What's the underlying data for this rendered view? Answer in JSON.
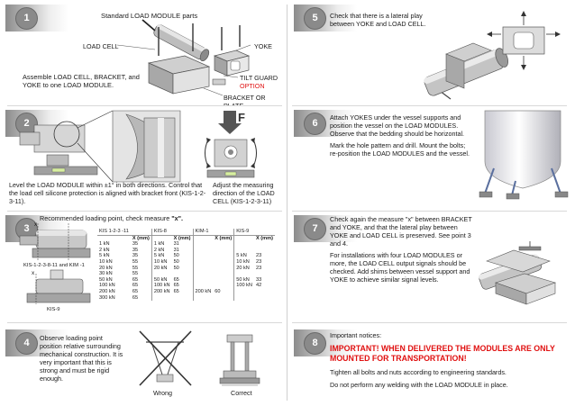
{
  "steps": [
    {
      "number": "1",
      "title": "Standard LOAD MODULE parts",
      "labels": {
        "load_cell": "LOAD CELL",
        "yoke": "YOKE",
        "tilt_guard": "TILT GUARD",
        "option": "OPTION",
        "bracket": "BRACKET OR PLATE"
      },
      "text": "Assemble LOAD CELL, BRACKET, and YOKE to one LOAD MODULE."
    },
    {
      "number": "2",
      "text_left": "Level the LOAD MODULE within ±1° in both directions. Control that the load cell silicone protection is aligned with bracket front (KIS-1-2-3-11).",
      "force_label": "F",
      "text_right": "Adjust the measuring direction of the LOAD CELL (KIS-1-2-3-11)"
    },
    {
      "number": "3",
      "title_prefix": "Recommended loading point, check measure ",
      "title_x": "\"x\".",
      "label_kis1": "KIS-1-2-3-8-11 and KIM -1",
      "label_kis9": "KIS-9",
      "label_x1": "x",
      "label_x2": "x",
      "col_unit": "X (mm)",
      "tables": [
        {
          "name": "KIS 1-2-3 -11",
          "rows": [
            [
              "1 kN",
              "35"
            ],
            [
              "2 kN",
              "35"
            ],
            [
              "5 kN",
              "35"
            ],
            [
              "10 kN",
              "55"
            ],
            [
              "20 kN",
              "55"
            ],
            [
              "30 kN",
              "55"
            ],
            [
              "50 kN",
              "65"
            ],
            [
              "100 kN",
              "65"
            ],
            [
              "200 kN",
              "65"
            ],
            [
              "300 kN",
              "65"
            ]
          ]
        },
        {
          "name": "KIS-8",
          "rows": [
            [
              "1 kN",
              "31"
            ],
            [
              "2 kN",
              "31"
            ],
            [
              "5 kN",
              "50"
            ],
            [
              "10 kN",
              "50"
            ],
            [
              "20 kN",
              "50"
            ],
            [
              "",
              ""
            ],
            [
              "50 kN",
              "65"
            ],
            [
              "100 kN",
              "65"
            ],
            [
              "200 kN",
              "65"
            ],
            [
              "",
              ""
            ]
          ]
        },
        {
          "name": "KIM-1",
          "rows": [
            [
              "",
              ""
            ],
            [
              "",
              ""
            ],
            [
              "",
              ""
            ],
            [
              "",
              ""
            ],
            [
              "",
              ""
            ],
            [
              "",
              ""
            ],
            [
              "",
              ""
            ],
            [
              "",
              ""
            ],
            [
              "200 kN",
              "60"
            ],
            [
              "",
              ""
            ]
          ]
        },
        {
          "name": "KIS-9",
          "rows": [
            [
              "",
              ""
            ],
            [
              "",
              ""
            ],
            [
              "5 kN",
              "23"
            ],
            [
              "10 kN",
              "23"
            ],
            [
              "20 kN",
              "23"
            ],
            [
              "",
              ""
            ],
            [
              "50 kN",
              "33"
            ],
            [
              "100 kN",
              "42"
            ],
            [
              "",
              ""
            ],
            [
              "",
              ""
            ]
          ]
        }
      ]
    },
    {
      "number": "4",
      "text": "Observe loading point position relative surrounding mechanical construction. It is very important that this is strong and must be rigid enough.",
      "wrong": "Wrong",
      "correct": "Correct"
    },
    {
      "number": "5",
      "text": "Check that there is a lateral play between YOKE and LOAD CELL."
    },
    {
      "number": "6",
      "para1": "Attach YOKES under the vessel supports and position the vessel on the LOAD MODULES. Observe that the bedding should be horizontal.",
      "para2": "Mark the hole pattern and drill. Mount the bolts; re-position the LOAD MODULES and the vessel."
    },
    {
      "number": "7",
      "para1": "Check again the measure \"x\" between BRACKET and YOKE, and that the lateral play between YOKE and LOAD CELL is preserved. See point 3 and 4.",
      "para2": "For installations with four LOAD MODULES or more, the LOAD CELL output signals should be checked. Add shims between vessel support and YOKE to achieve similar signal levels."
    },
    {
      "number": "8",
      "title": "Important notices:",
      "warning": "IMPORTANT! WHEN DELIVERED THE MODULES ARE ONLY MOUNTED FOR TRANSPORTATION!",
      "line1": "Tighten all bolts and nuts according to engineering standards.",
      "line2": "Do not perform any welding with the LOAD MODULE in place."
    }
  ],
  "colors": {
    "accent_red": "#e01010",
    "badge_grey": "#8a8a8a"
  }
}
